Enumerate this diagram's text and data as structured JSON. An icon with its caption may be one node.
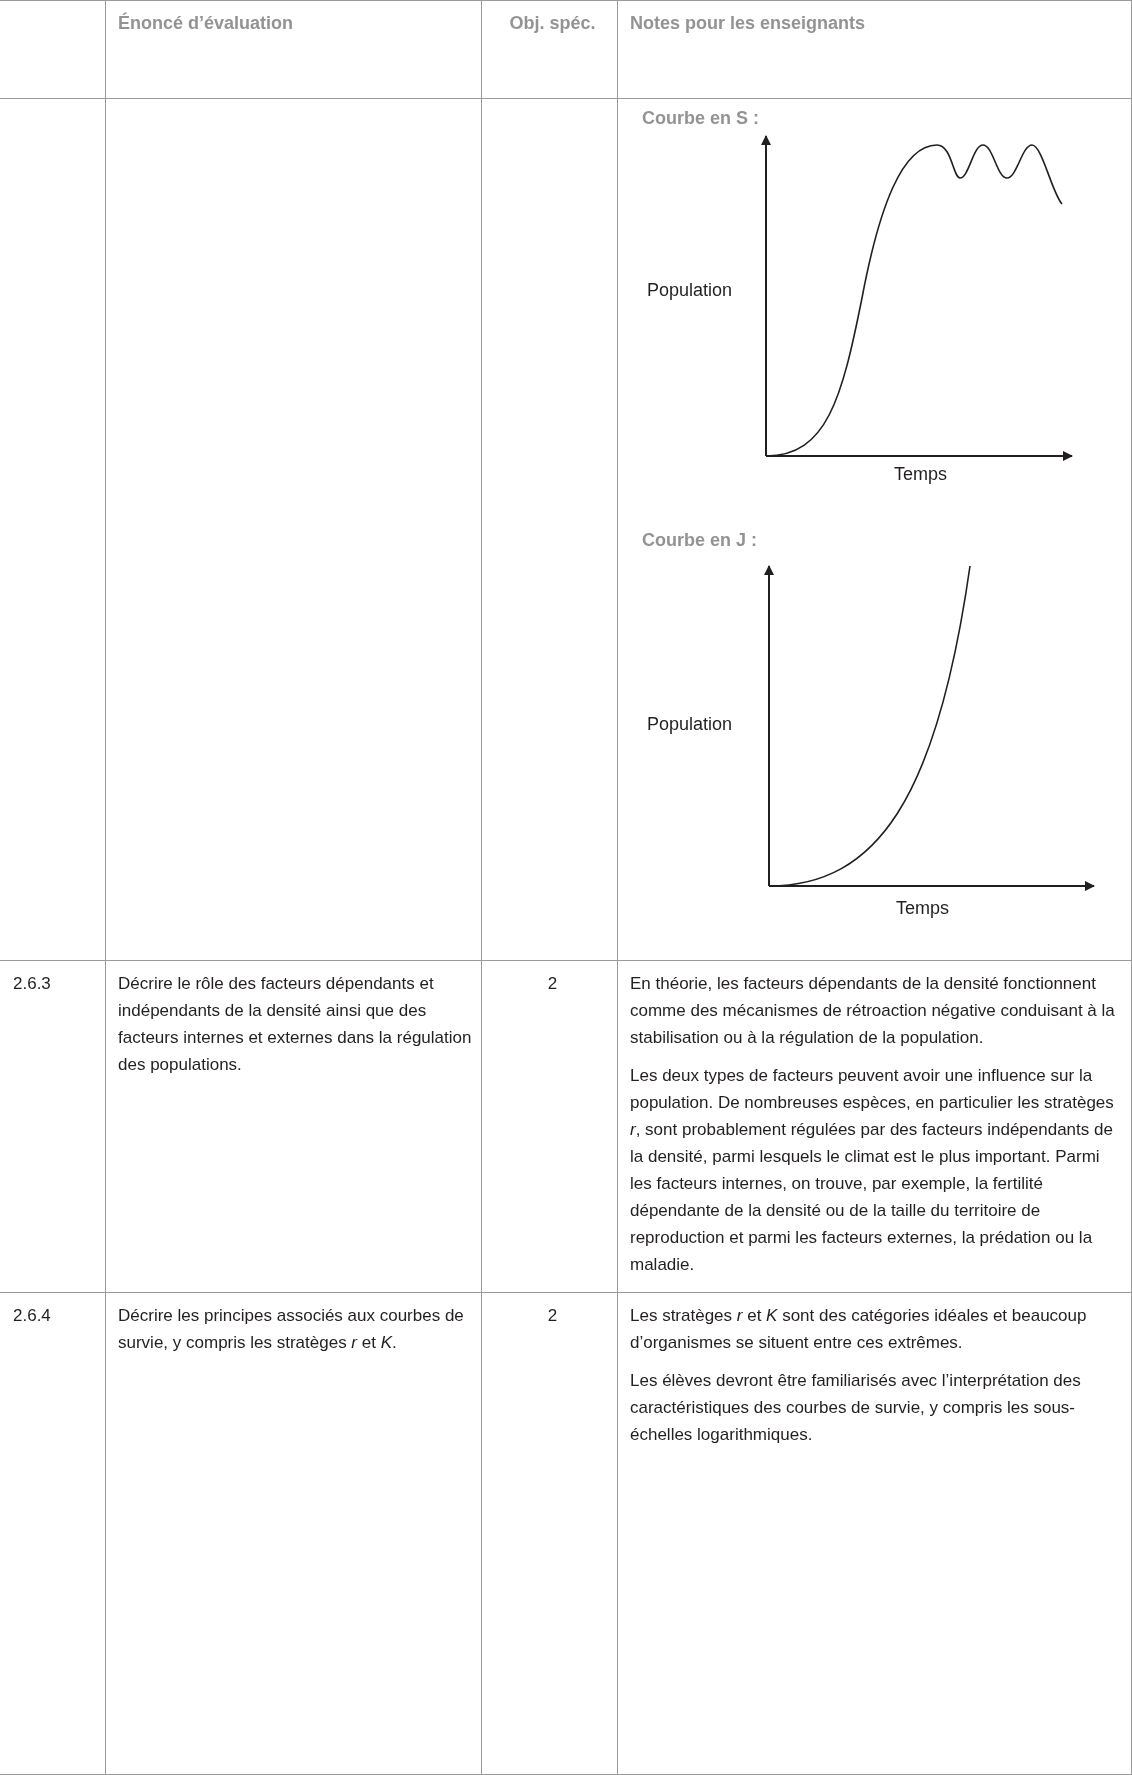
{
  "diagram": {
    "labels": [
      "Énoncé d’évaluation",
      "Obj. spéc.",
      "Notes pour les enseignants",
      "Courbe en S :",
      "Population",
      "Temps",
      "Courbe en J :",
      "Population",
      "Temps",
      "2.6.3",
      "Décrire le rôle des facteurs dépendants et indépendants de la densité ainsi que des facteurs internes et externes dans la régulation des populations.",
      "2",
      "En théorie, les facteurs dépendants de la densité fonctionnent comme des mécanismes de rétroaction négative conduisant à la stabilisation ou à la régulation de la population.",
      "Les deux types de facteurs peuvent avoir une influence sur la population. De nombreuses espèces, en particulier les stratèges *r*, sont probablement régulées par des facteurs indépendants de la densité, parmi lesquels le climat est le plus important. Parmi les facteurs internes, on trouve, par exemple, la fertilité dépendante de la densité ou de la taille du territoire de reproduction et parmi les facteurs externes, la prédation ou la maladie.",
      "2.6.4",
      "Décrire les principes associés aux courbes de survie, y compris les stratèges *r* et *K*.",
      "2",
      "Les stratèges *r* et *K* sont des catégories idéales et beaucoup d’organismes se situent entre ces extrêmes.",
      "Les élèves devront être familiarisés avec l’interprétation des caractéristiques des courbes de survie, y compris les sous-échelles logarithmiques."
    ]
  }
}
